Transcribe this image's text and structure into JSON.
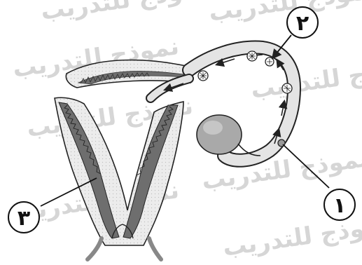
{
  "watermark": {
    "lines": [
      "نموذج للتدريب",
      "نموذج للتدريب",
      "نموذج للتدريب",
      "نموذج للتدريب",
      "نموذج للتدريب",
      "نموذج للتدريب",
      "نموذج للتدريب",
      "نموذج للتدريب"
    ],
    "color": "#d6d6d6"
  },
  "labels": {
    "one": "١",
    "two": "٢",
    "three": "٣"
  },
  "colors": {
    "outline": "#222222",
    "wall_dark": "#6e6e6e",
    "tube_fill": "#e4e4e4",
    "ovary_fill": "#a9a9a9",
    "label_circle": "#ffffff"
  }
}
